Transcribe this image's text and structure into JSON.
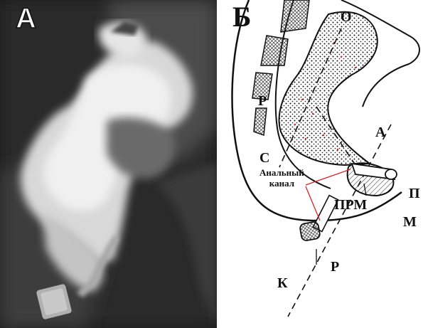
{
  "panel_a": {
    "label": "А"
  },
  "panel_b": {
    "label": "Б",
    "labels": {
      "o": "О",
      "r_top": "Р",
      "s": "С",
      "a": "А",
      "p": "П",
      "m": "М",
      "prm": "ПРМ",
      "r_bottom": "Р",
      "k": "К"
    },
    "annotation": {
      "line1": "Анальный",
      "line2": "канал"
    }
  }
}
